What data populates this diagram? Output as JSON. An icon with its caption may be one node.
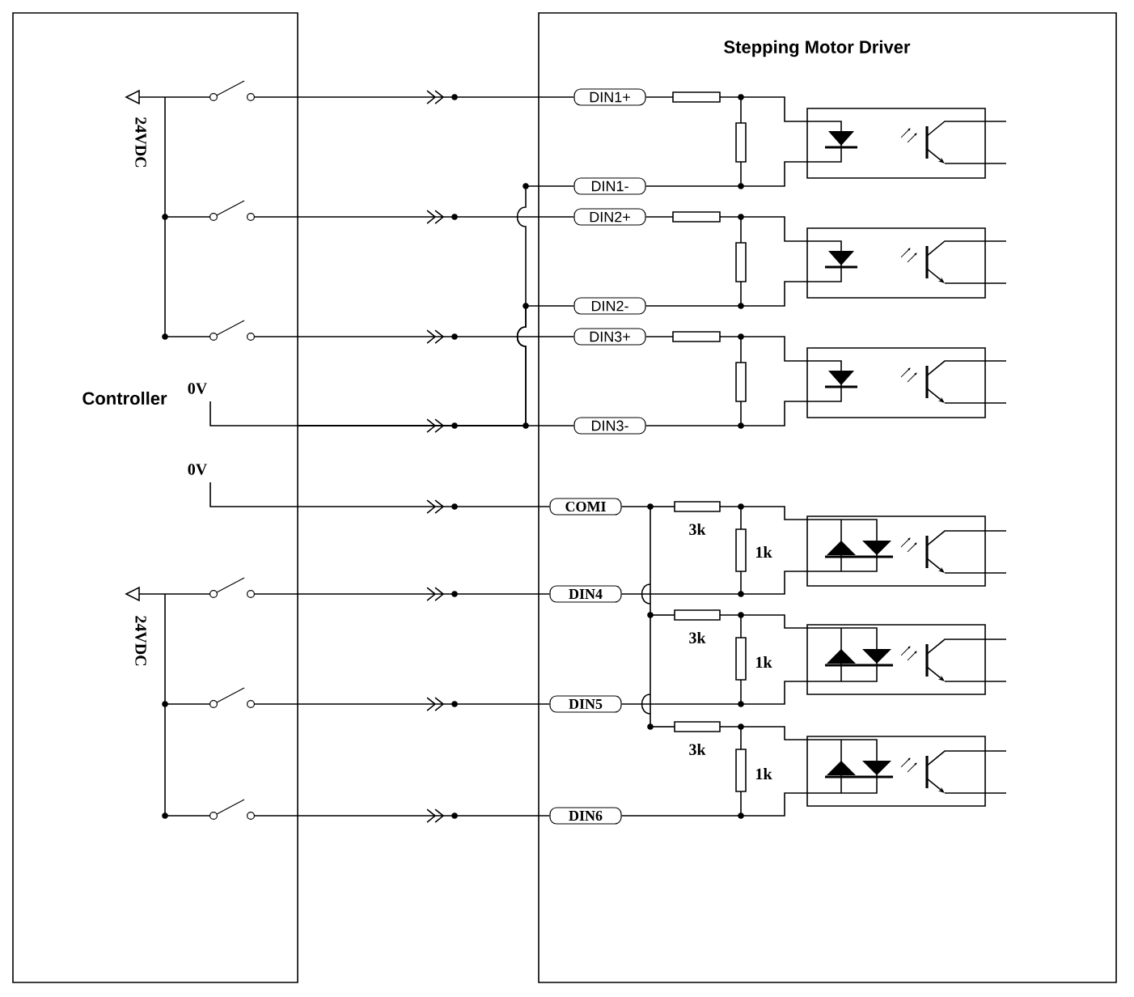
{
  "diagram": {
    "nodes": [
      {
        "text": [
          "Controller"
        ]
      },
      {
        "text": [
          "Stepping Motor Driver"
        ]
      },
      {
        "text": [
          "DIN1+"
        ],
        "in": 1
      },
      {
        "text": [
          "DIN1-"
        ],
        "in": 1
      },
      {
        "text": [
          "DIN2+"
        ],
        "in": 1
      },
      {
        "text": [
          "DIN2-"
        ],
        "in": 1
      },
      {
        "text": [
          "DIN3+"
        ],
        "in": 1
      },
      {
        "text": [
          "DIN3-"
        ],
        "in": 1
      },
      {
        "text": [
          "COMI"
        ],
        "in": 1
      },
      {
        "text": [
          "DIN4"
        ],
        "in": 1
      },
      {
        "text": [
          "DIN5"
        ],
        "in": 1
      },
      {
        "text": [
          "DIN6"
        ],
        "in": 1
      }
    ],
    "edges": [
      {
        "from": 0,
        "to": 2,
        "arrow": "to"
      },
      {
        "from": 0,
        "to": 3,
        "arrow": "none"
      },
      {
        "from": 0,
        "to": 4,
        "arrow": "to"
      },
      {
        "from": 0,
        "to": 5,
        "arrow": "none"
      },
      {
        "from": 0,
        "to": 6,
        "arrow": "to"
      },
      {
        "from": 0,
        "to": 7,
        "arrow": "to"
      },
      {
        "from": 0,
        "to": 8,
        "arrow": "to"
      },
      {
        "from": 0,
        "to": 9,
        "arrow": "to"
      },
      {
        "from": 0,
        "to": 10,
        "arrow": "to"
      },
      {
        "from": 0,
        "to": 11,
        "arrow": "to"
      }
    ],
    "labels": [
      "24VDC",
      "0V",
      "0V",
      "3k",
      "1k",
      "24VDC",
      "3k",
      "1k",
      "3k",
      "1k"
    ]
  }
}
